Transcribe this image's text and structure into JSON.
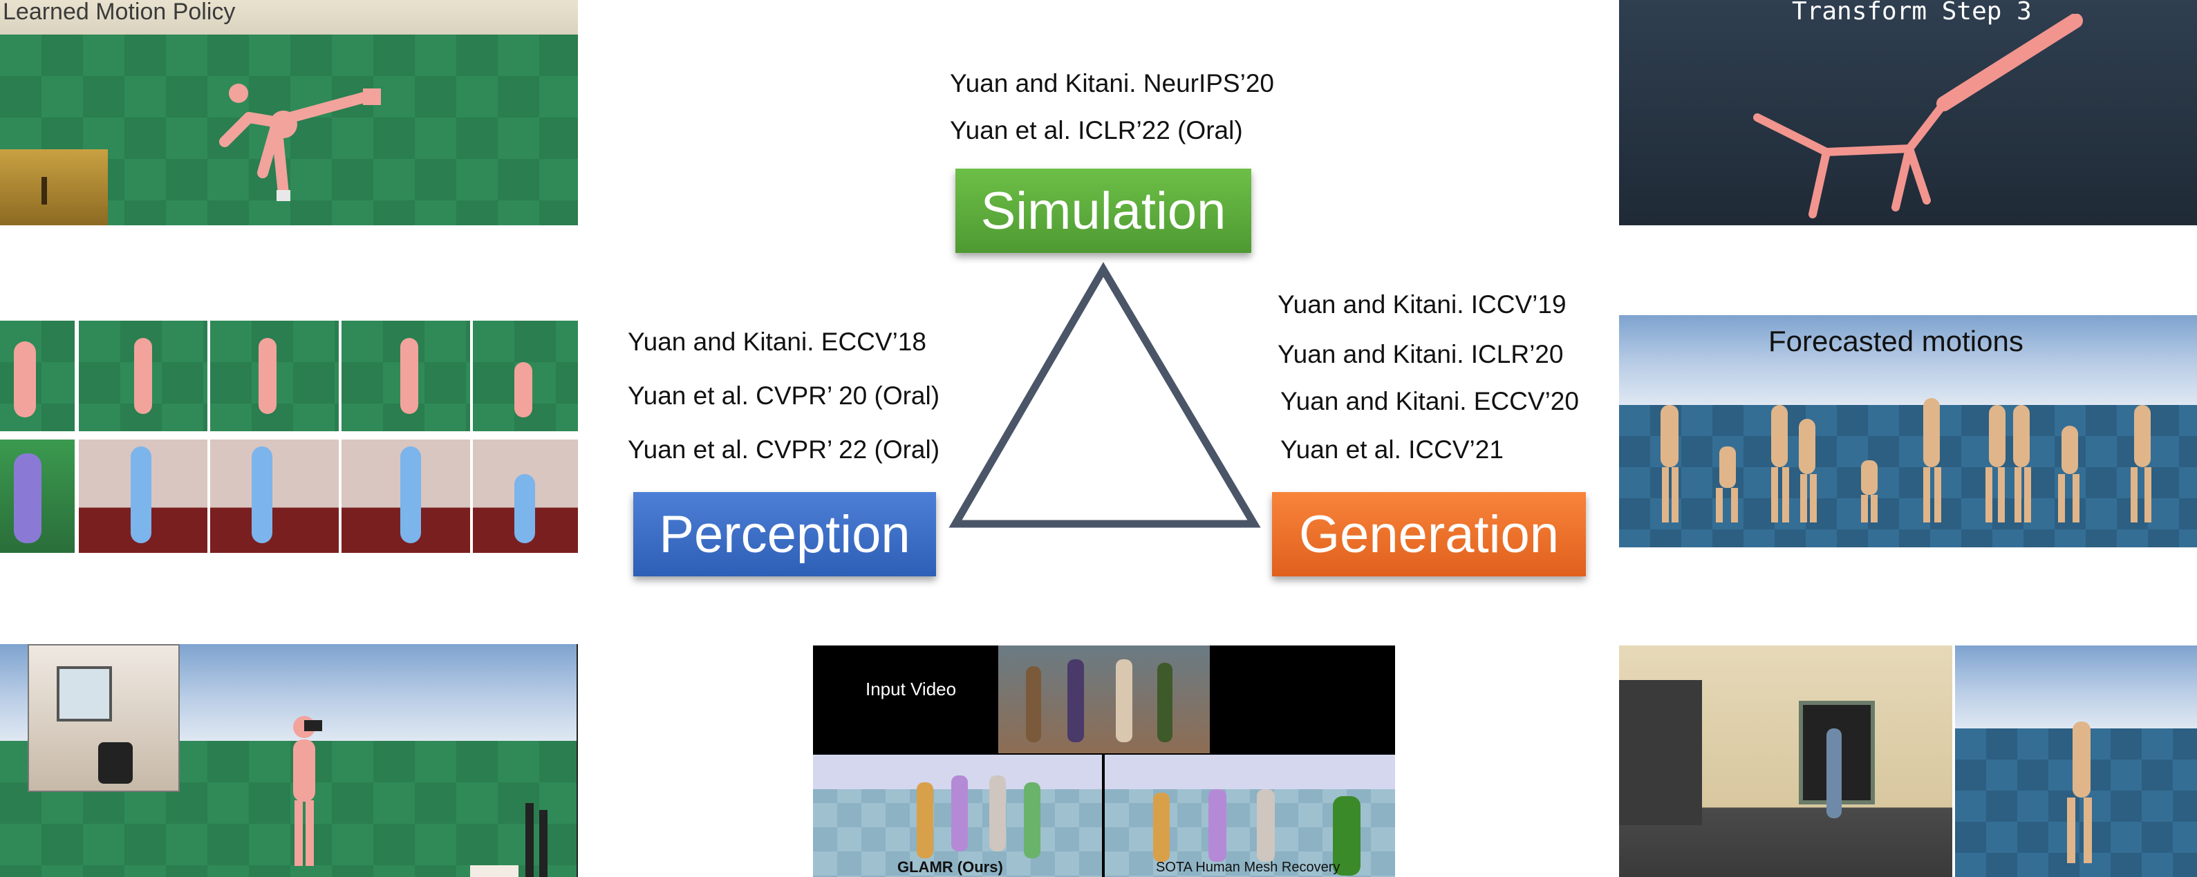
{
  "colors": {
    "simulation": "#5aab3a",
    "perception": "#3a6cc6",
    "generation": "#ec6f28",
    "triangle": "#4a5568"
  },
  "top_left_panel": {
    "caption": "Learned Motion Policy"
  },
  "top_right_panel": {
    "caption": "Transform Step 3"
  },
  "mid_right_panel": {
    "caption": "Forecasted motions"
  },
  "bottom_center_panel": {
    "input_label": "Input Video",
    "left_label": "GLAMR (Ours)",
    "right_label": "SOTA Human Mesh Recovery"
  },
  "pillars": {
    "simulation": {
      "label": "Simulation",
      "citations": [
        "Yuan and Kitani. NeurIPS’20",
        "Yuan et al. ICLR’22 (Oral)"
      ]
    },
    "perception": {
      "label": "Perception",
      "citations": [
        "Yuan and Kitani. ECCV’18",
        "Yuan et al. CVPR’ 20 (Oral)",
        "Yuan et al. CVPR’ 22 (Oral)"
      ]
    },
    "generation": {
      "label": "Generation",
      "citations": [
        "Yuan and Kitani. ICCV’19",
        "Yuan and Kitani. ICLR’20",
        "Yuan and Kitani. ECCV’20",
        "Yuan et al. ICCV’21"
      ]
    }
  }
}
